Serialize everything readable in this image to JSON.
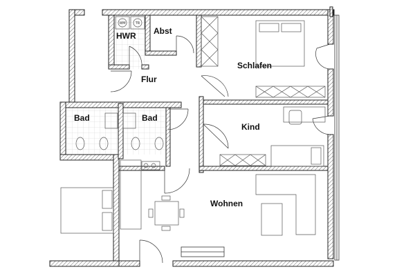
{
  "rooms": {
    "hwr": "HWR",
    "abst": "Abst",
    "flur": "Flur",
    "schlafen": "Schlafen",
    "bad_1": "Bad",
    "bad_2": "Bad",
    "kind": "Kind",
    "wohnen": "Wohnen"
  },
  "appliances": {
    "washer": "WM",
    "dryer": "TR"
  }
}
